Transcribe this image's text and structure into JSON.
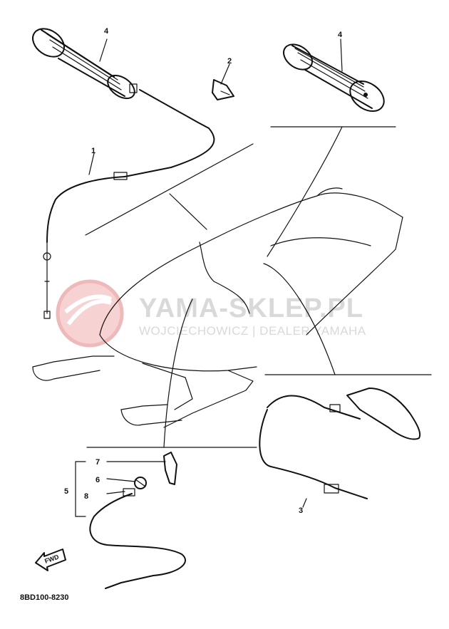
{
  "watermark": {
    "title": "YAMA-SKLEP.PL",
    "subtitle": "WOJCIECHOWICZ | DEALER YAMAHA"
  },
  "drawing_code": "8BD100-8230",
  "fwd_label": "FWD",
  "callouts": [
    {
      "id": "c4a",
      "label": "4"
    },
    {
      "id": "c4b",
      "label": "4"
    },
    {
      "id": "c2",
      "label": "2"
    },
    {
      "id": "c1",
      "label": "1"
    },
    {
      "id": "c7",
      "label": "7"
    },
    {
      "id": "c6",
      "label": "6"
    },
    {
      "id": "c5",
      "label": "5"
    },
    {
      "id": "c8",
      "label": "8"
    },
    {
      "id": "c3",
      "label": "3"
    }
  ],
  "colors": {
    "ink": "#111111",
    "watermark_text": "#d9d9d9",
    "watermark_logo": "#f3c6c6"
  }
}
